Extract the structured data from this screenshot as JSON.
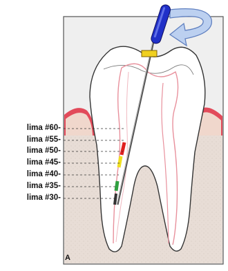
{
  "figure": {
    "panel_letter": "A",
    "file_labels": [
      {
        "text": "lima #60-"
      },
      {
        "text": "lima #55-"
      },
      {
        "text": "lima #50-"
      },
      {
        "text": "lima #45-"
      },
      {
        "text": "lima #40-"
      },
      {
        "text": "lima #35-"
      },
      {
        "text": "lima #30-"
      }
    ],
    "colors": {
      "panel_bg": "#eeeeee",
      "bone": "#e8ddd6",
      "gum": "#e24a5a",
      "tooth_outline": "#333333",
      "canal": "#f5c9cf",
      "handle": "#2030c8",
      "stopper": "#f0d020",
      "file_red": "#e02020",
      "file_yellow": "#f0e020",
      "file_green": "#30a040",
      "arrow_fill": "#bcd0f0",
      "arrow_stroke": "#6080c0"
    },
    "icons": [
      "rotation-arrow-icon",
      "endodontic-file-icon"
    ]
  }
}
